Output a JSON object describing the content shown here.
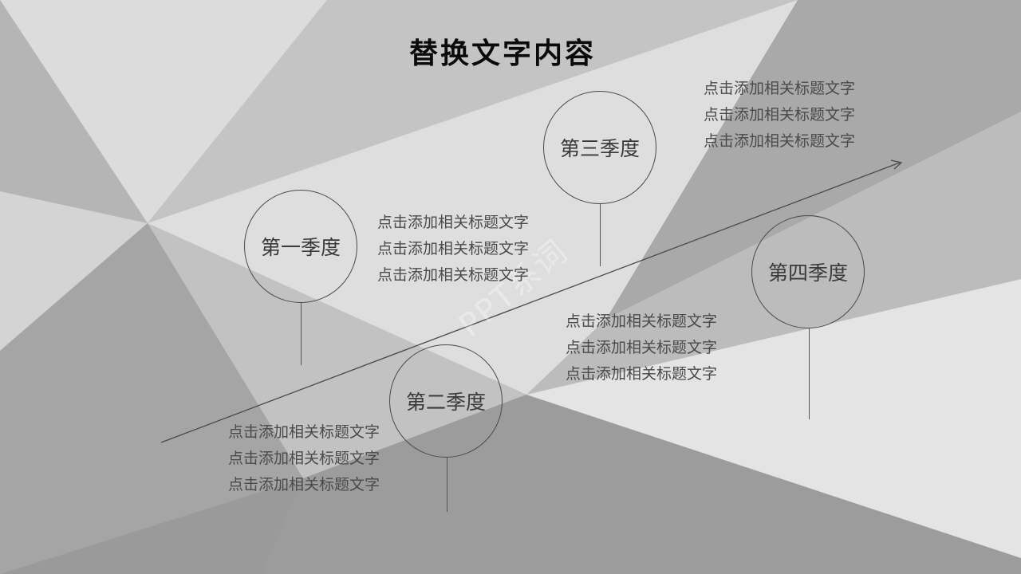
{
  "slide": {
    "title": "替换文字内容",
    "watermark": "PPT系词",
    "quarters": [
      {
        "label": "第一季度",
        "text": "点击添加相关标题文字点击添加相关标题文字点击添加相关标题文字"
      },
      {
        "label": "第二季度",
        "text": "点击添加相关标题文字点击添加相关标题文字点击添加相关标题文字"
      },
      {
        "label": "第三季度",
        "text": "点击添加相关标题文字点击添加相关标题文字点击添加相关标题文字"
      },
      {
        "label": "第四季度",
        "text": "点击添加相关标题文字点击添加相关标题文字点击添加相关标题文字"
      }
    ]
  }
}
